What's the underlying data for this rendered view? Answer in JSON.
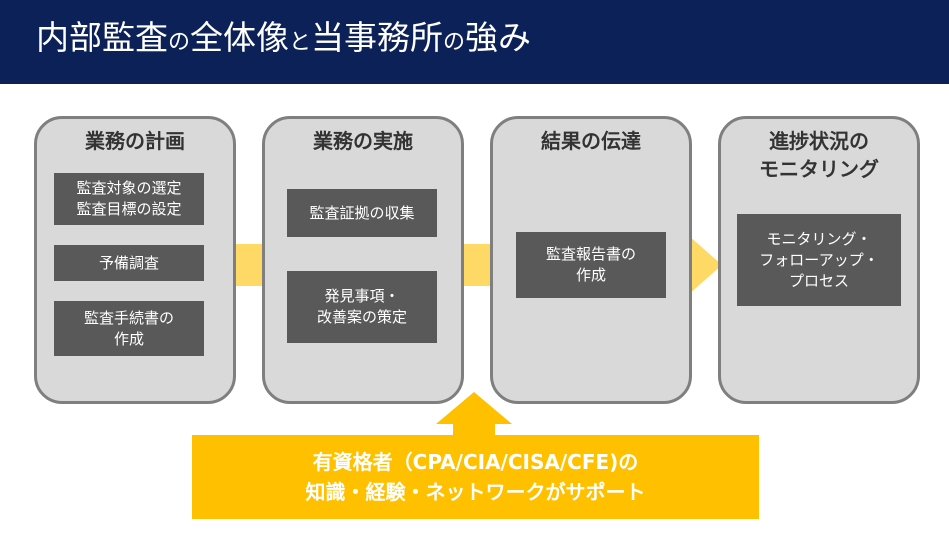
{
  "header": {
    "title_parts": [
      "内部監査",
      "の",
      "全体像",
      "と",
      "当事務所",
      "の",
      "強み"
    ]
  },
  "phases": [
    {
      "title": "業務の計画",
      "steps": [
        "監査対象の選定\n監査目標の設定",
        "予備調査",
        "監査手続書の\n作成"
      ]
    },
    {
      "title": "業務の実施",
      "steps": [
        "監査証拠の収集",
        "発見事項・\n改善案の策定"
      ]
    },
    {
      "title": "結果の伝達",
      "steps": [
        "監査報告書の\n作成"
      ]
    },
    {
      "title": "進捗状況の\nモニタリング",
      "steps": [
        "モニタリング・\nフォローアップ・\nプロセス"
      ]
    }
  ],
  "support_text": "有資格者（CPA/CIA/CISA/CFE)の\n知識・経験・ネットワークがサポート",
  "colors": {
    "header_bg": "#0c2157",
    "card_bg": "#d9d9d9",
    "card_border": "#7f7f7f",
    "step_bg": "#595959",
    "flow_arrow": "#ffd966",
    "support_bg": "#ffc000"
  }
}
